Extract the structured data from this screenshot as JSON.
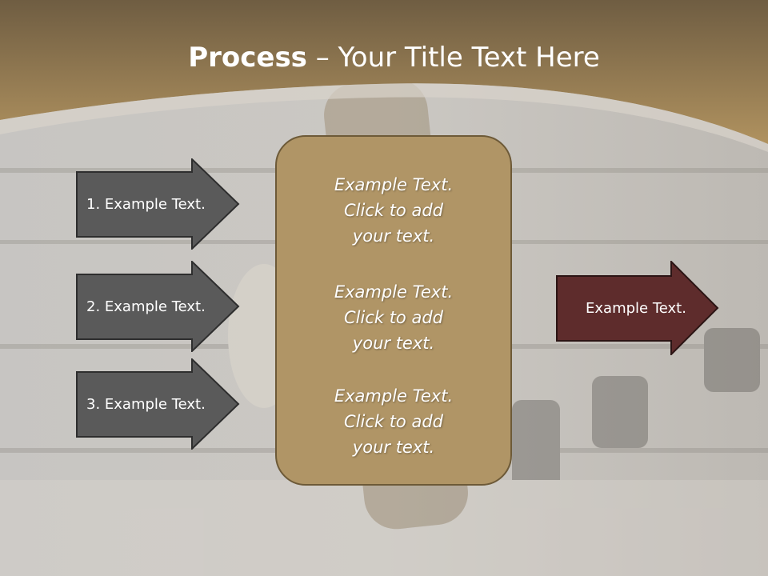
{
  "slide": {
    "title_bold": "Process",
    "title_rest": " – Your Title Text Here",
    "left_arrows": [
      {
        "label": "1. Example Text."
      },
      {
        "label": "2. Example Text."
      },
      {
        "label": "3. Example Text."
      }
    ],
    "center_blocks": [
      {
        "line1": "Example Text.",
        "line2": "Click  to add",
        "line3": "your text."
      },
      {
        "line1": "Example Text.",
        "line2": "Click  to add",
        "line3": "your text."
      },
      {
        "line1": "Example Text.",
        "line2": "Click  to add",
        "line3": "your text."
      }
    ],
    "right_arrow": {
      "label": "Example Text."
    }
  },
  "colors": {
    "header_brown": "#a58a5e",
    "grey_arrow": "#5a5a5a",
    "center_box": "#b09566",
    "dark_red_arrow": "#5e2c2c"
  }
}
